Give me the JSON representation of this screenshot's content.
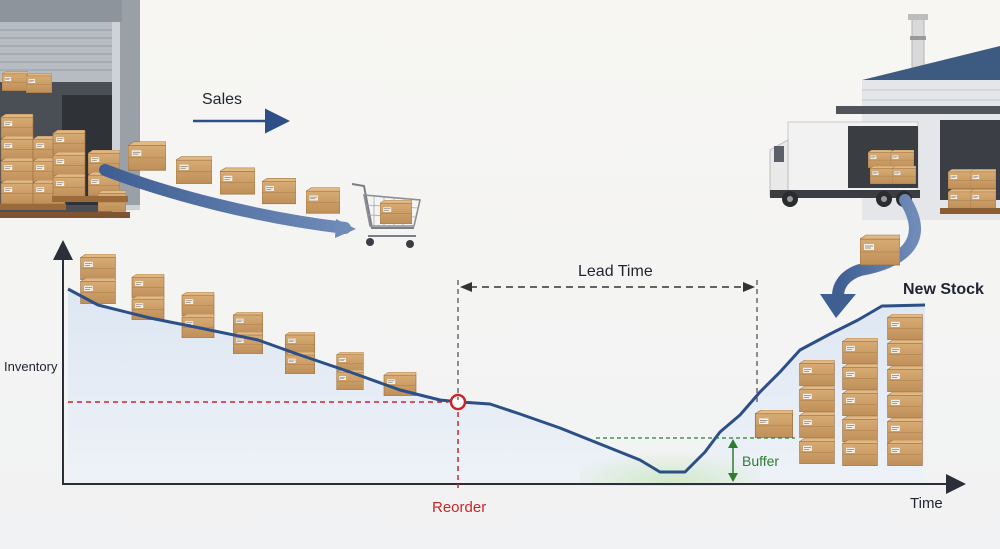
{
  "labels": {
    "sales": "Sales",
    "lead_time": "Lead Time",
    "new_stock": "New Stock",
    "inventory_axis": "Inventory",
    "time_axis": "Time",
    "reorder": "Reorder",
    "buffer": "Buffer"
  },
  "colors": {
    "inventory_line": "#2b4f86",
    "inventory_fill": "#dfe7f3",
    "reorder_marker": "#c62828",
    "buffer_marker": "#2e7d32",
    "box": "#c99a62",
    "axis": "#2a2f3a"
  },
  "icons": {
    "warehouse_left": "warehouse-icon",
    "shopping_cart": "shopping-cart-icon",
    "truck": "delivery-truck-icon",
    "factory": "factory-icon"
  }
}
